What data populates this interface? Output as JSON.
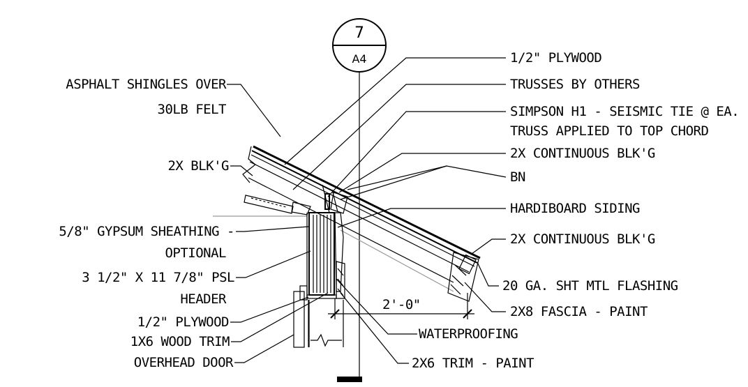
{
  "detail_tag": {
    "number": "7",
    "sheet": "A4"
  },
  "labels_left": [
    {
      "id": "asphalt",
      "line1": "ASPHALT SHINGLES OVER",
      "line2": "30LB FELT"
    },
    {
      "id": "blkg_left",
      "line1": "2X BLK'G"
    },
    {
      "id": "gypsum",
      "line1": "5/8\" GYPSUM SHEATHING -",
      "line2": "OPTIONAL"
    },
    {
      "id": "psl",
      "line1": "3 1/2\" X 11 7/8\" PSL",
      "line2": "HEADER"
    },
    {
      "id": "plywood_left",
      "line1": "1/2\" PLYWOOD"
    },
    {
      "id": "trim_1x6",
      "line1": "1X6 WOOD TRIM"
    },
    {
      "id": "overhead",
      "line1": "OVERHEAD DOOR"
    }
  ],
  "labels_right": [
    {
      "id": "plywood_right",
      "line1": "1/2\" PLYWOOD"
    },
    {
      "id": "trusses",
      "line1": "TRUSSES BY OTHERS"
    },
    {
      "id": "simpson",
      "line1": "SIMPSON H1 - SEISMIC TIE @ EA.",
      "line2": "TRUSS APPLIED TO TOP CHORD"
    },
    {
      "id": "cont_blkg_1",
      "line1": "2X CONTINUOUS BLK'G"
    },
    {
      "id": "bn",
      "line1": "BN"
    },
    {
      "id": "hardiboard",
      "line1": "HARDIBOARD SIDING"
    },
    {
      "id": "cont_blkg_2",
      "line1": "2X CONTINUOUS BLK'G"
    },
    {
      "id": "flashing",
      "line1": "20 GA. SHT MTL FLASHING"
    },
    {
      "id": "fascia",
      "line1": "2X8 FASCIA - PAINT"
    }
  ],
  "labels_bottom": [
    {
      "id": "waterproofing",
      "line1": "WATERPROOFING"
    },
    {
      "id": "trim_2x6",
      "line1": "2X6 TRIM - PAINT"
    }
  ],
  "dimension": "2'-0\""
}
